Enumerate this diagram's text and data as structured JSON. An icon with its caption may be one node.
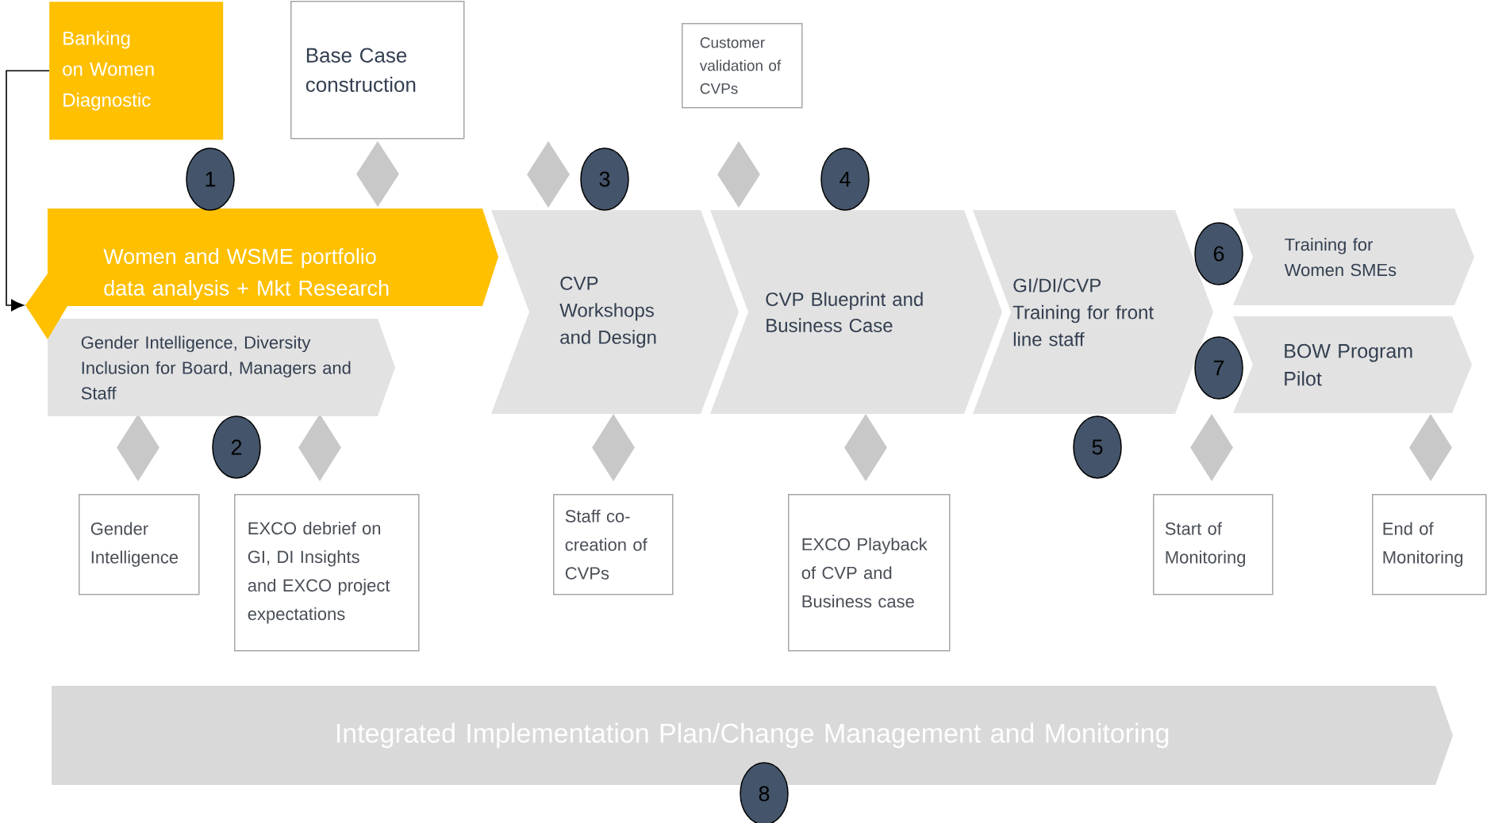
{
  "diagram": {
    "nodes": [
      {
        "text": [
          "Banking on Women Diagnostic"
        ]
      },
      {
        "text": [
          "Base Case construction"
        ]
      },
      {
        "text": [
          "Customer validation of CVPs"
        ]
      },
      {
        "text": [
          "1"
        ]
      },
      {
        "text": [
          "3"
        ]
      },
      {
        "text": [
          "4"
        ]
      },
      {
        "text": [
          "Women and WSME portfolio data analysis + Mkt Research"
        ]
      },
      {
        "text": [
          "6"
        ]
      },
      {
        "text": [
          "Training for Women SMEs"
        ]
      },
      {
        "text": [
          "Gender Intelligence, Diversity Inclusion for Board, Managers and Staff"
        ]
      },
      {
        "text": [
          "CVP Workshops and Design"
        ]
      },
      {
        "text": [
          "CVP Blueprint and Business Case"
        ]
      },
      {
        "text": [
          "GI/DI/CVP Training for front line staff"
        ]
      },
      {
        "text": [
          "7"
        ]
      },
      {
        "text": [
          "BOW Program Pilot"
        ]
      },
      {
        "text": [
          "2"
        ]
      },
      {
        "text": [
          "5"
        ]
      },
      {
        "text": [
          "Gender Intelligence"
        ]
      },
      {
        "text": [
          "EXCO debrief on GI, DI Insights and EXCO project expectations"
        ]
      },
      {
        "text": [
          "Staff co-creation of CVPs"
        ]
      },
      {
        "text": [
          "EXCO Playback of CVP and Business case"
        ]
      },
      {
        "text": [
          "Start of Monitoring"
        ]
      },
      {
        "text": [
          "End of Monitoring"
        ]
      },
      {
        "text": [
          "Integrated Implementation Plan/Change Management and Monitoring"
        ]
      },
      {
        "text": [
          "8"
        ]
      },
      {
        "text": [],
        "shape": "diamond"
      },
      {
        "text": [],
        "shape": "diamond"
      },
      {
        "text": [],
        "shape": "diamond"
      },
      {
        "text": [],
        "shape": "diamond"
      },
      {
        "text": [],
        "shape": "diamond"
      },
      {
        "text": [],
        "shape": "diamond"
      },
      {
        "text": [],
        "shape": "diamond"
      },
      {
        "text": [],
        "shape": "diamond"
      },
      {
        "text": [],
        "shape": "diamond"
      }
    ],
    "edges": [
      {
        "from": 0,
        "to": 6,
        "arrow": "to"
      }
    ]
  }
}
